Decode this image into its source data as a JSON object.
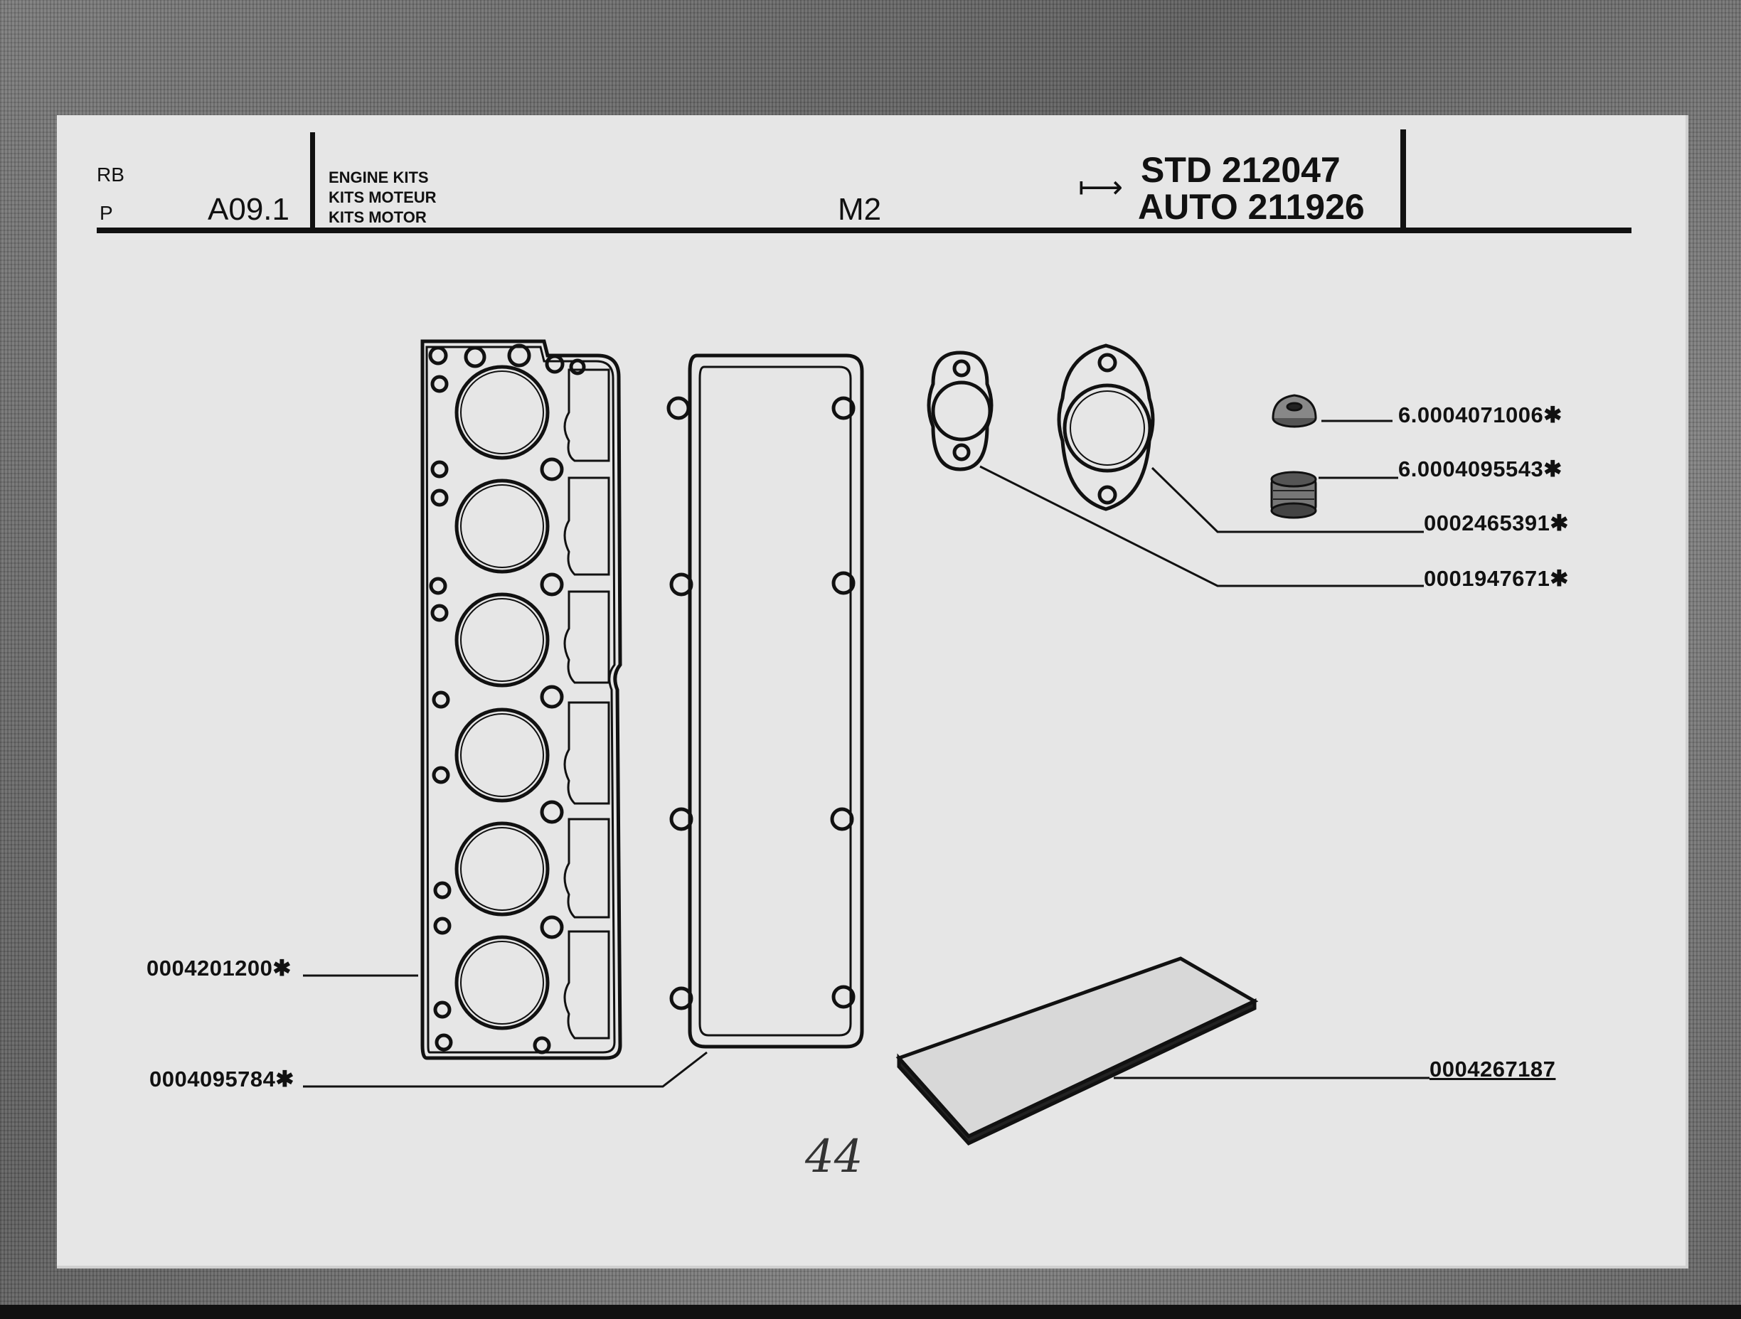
{
  "header": {
    "code_rb": "RB",
    "code_p": "P",
    "section": "A09.1",
    "kits_lines": [
      "ENGINE KITS",
      "KITS MOTEUR",
      "KITS MOTOR"
    ],
    "model": "M2",
    "arrow": "⟼",
    "std": "STD 212047",
    "auto": "AUTO 211926"
  },
  "parts": [
    {
      "id": "p1",
      "number": "6.0004071006✱"
    },
    {
      "id": "p2",
      "number": "6.0004095543✱"
    },
    {
      "id": "p3",
      "number": "0002465391✱"
    },
    {
      "id": "p4",
      "number": "0001947671✱"
    },
    {
      "id": "p5",
      "number": "0004201200✱"
    },
    {
      "id": "p6",
      "number": "0004095784✱"
    },
    {
      "id": "p7",
      "number": "0004267187"
    }
  ],
  "page_number": "44"
}
